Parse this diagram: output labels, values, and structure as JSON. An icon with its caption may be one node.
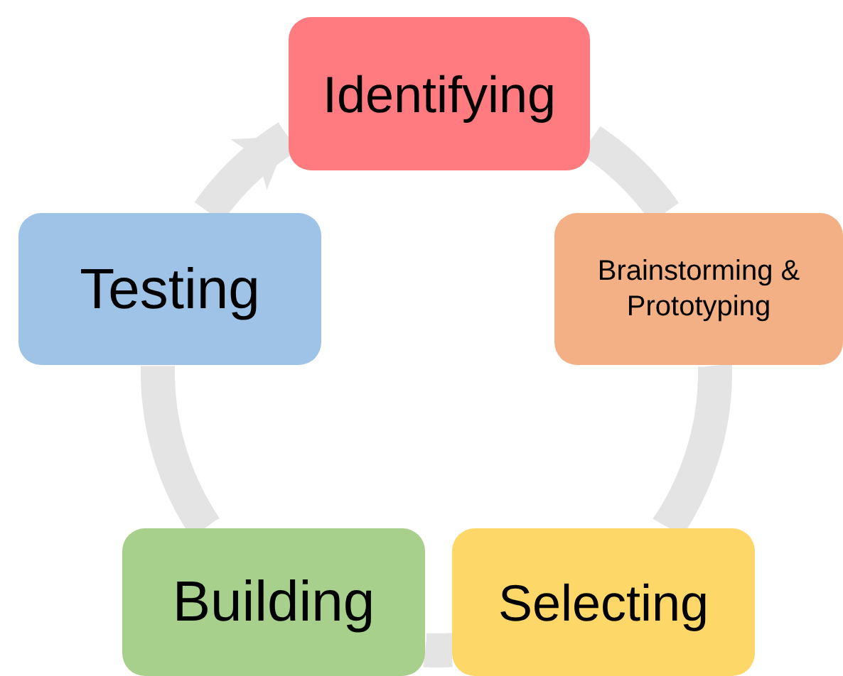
{
  "diagram": {
    "nodes": [
      {
        "text": [
          "Identifying"
        ]
      },
      {
        "text": [
          "Brainstorming & Prototyping"
        ]
      },
      {
        "text": [
          "Selecting"
        ]
      },
      {
        "text": [
          "Building"
        ]
      },
      {
        "text": [
          "Testing"
        ]
      }
    ],
    "edges": [
      {
        "from": 0,
        "to": 1,
        "arrow": "none"
      },
      {
        "from": 1,
        "to": 2,
        "arrow": "none"
      },
      {
        "from": 2,
        "to": 3,
        "arrow": "none"
      },
      {
        "from": 3,
        "to": 4,
        "arrow": "none"
      },
      {
        "from": 4,
        "to": 0,
        "arrow": "to"
      }
    ]
  }
}
